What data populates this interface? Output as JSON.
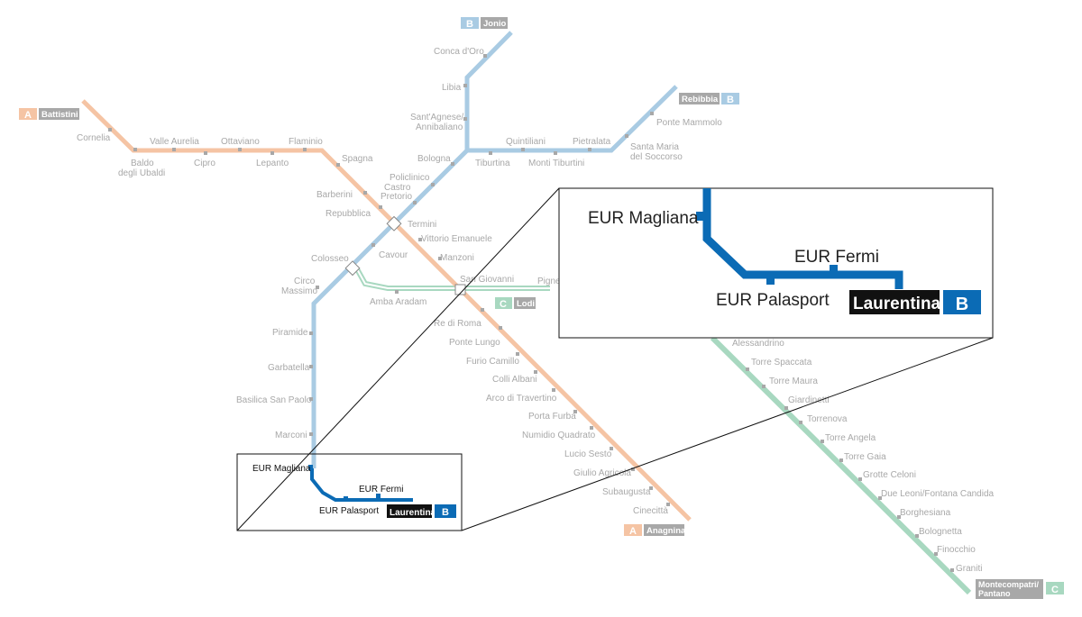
{
  "colors": {
    "line_a": "#f5c4a4",
    "line_b": "#a9cbe3",
    "line_c": "#a8d8c0",
    "line_b_highlight": "#0b6bb5",
    "label_bg": "#a8a8a8",
    "station_text": "#a8a8a8"
  },
  "lines": {
    "a": {
      "letter": "A",
      "terminus_north": "Battistini",
      "terminus_south": "Anagnina"
    },
    "b": {
      "letter": "B",
      "terminus_north": "Jonio",
      "terminus_east": "Rebibbia",
      "terminus_south": "Laurentina"
    },
    "c": {
      "letter": "C",
      "terminus_north": "Lodi",
      "terminus_south": "Montecompatri/",
      "terminus_south_line2": "Pantano"
    }
  },
  "stations": {
    "a": {
      "cornelia": "Cornelia",
      "baldo": "Baldo",
      "baldo2": "degli Ubaldi",
      "valle_aurelia": "Valle Aurelia",
      "cipro": "Cipro",
      "ottaviano": "Ottaviano",
      "lepanto": "Lepanto",
      "flaminio": "Flaminio",
      "spagna": "Spagna",
      "barberini": "Barberini",
      "repubblica": "Repubblica",
      "vittorio": "Vittorio Emanuele",
      "manzoni": "Manzoni",
      "re_di_roma": "Re di Roma",
      "ponte_lungo": "Ponte Lungo",
      "furio_camillo": "Furio Camillo",
      "colli_albani": "Colli Albani",
      "arco": "Arco di Travertino",
      "porta_furba": "Porta Furba",
      "numidio": "Numidio Quadrato",
      "lucio_sesto": "Lucio Sesto",
      "giulio_agricola": "Giulio Agricola",
      "subaugusta": "Subaugusta",
      "cinecitta": "Cinecittà"
    },
    "b": {
      "conca": "Conca d'Oro",
      "libia": "Libia",
      "santagnese": "Sant'Agnese/",
      "santagnese2": "Annibaliano",
      "bologna": "Bologna",
      "tiburtina": "Tiburtina",
      "quintiliani": "Quintiliani",
      "monti_tiburtini": "Monti Tiburtini",
      "pietralata": "Pietralata",
      "santa_maria": "Santa Maria",
      "santa_maria2": "del Soccorso",
      "ponte_mammolo": "Ponte Mammolo",
      "policlinico": "Policlinico",
      "castro": "Castro",
      "castro2": "Pretorio",
      "termini": "Termini",
      "cavour": "Cavour",
      "colosseo": "Colosseo",
      "circo": "Circo",
      "circo2": "Massimo",
      "piramide": "Piramide",
      "garbatella": "Garbatella",
      "basilica": "Basilica San Paolo",
      "marconi": "Marconi",
      "eur_magliana": "EUR Magliana",
      "eur_palasport": "EUR Palasport",
      "eur_fermi": "EUR Fermi"
    },
    "c": {
      "amba_aradam": "Amba Aradam",
      "san_giovanni": "San Giovanni",
      "pigneto": "Pigneto",
      "alessandrino": "Alessandrino",
      "torre_spaccata": "Torre Spaccata",
      "torre_maura": "Torre Maura",
      "giardinetti": "Giardinetti",
      "torrenova": "Torrenova",
      "torre_angela": "Torre Angela",
      "torre_gaia": "Torre Gaia",
      "grotte_celoni": "Grotte Celoni",
      "due_leoni": "Due Leoni/Fontana Candida",
      "borghesiana": "Borghesiana",
      "bolognetta": "Bolognetta",
      "finocchio": "Finocchio",
      "graniti": "Graniti"
    }
  },
  "zoom": {
    "eur_magliana": "EUR Magliana",
    "eur_fermi": "EUR Fermi",
    "eur_palasport": "EUR Palasport",
    "laurentina": "Laurentina",
    "letter": "B"
  }
}
